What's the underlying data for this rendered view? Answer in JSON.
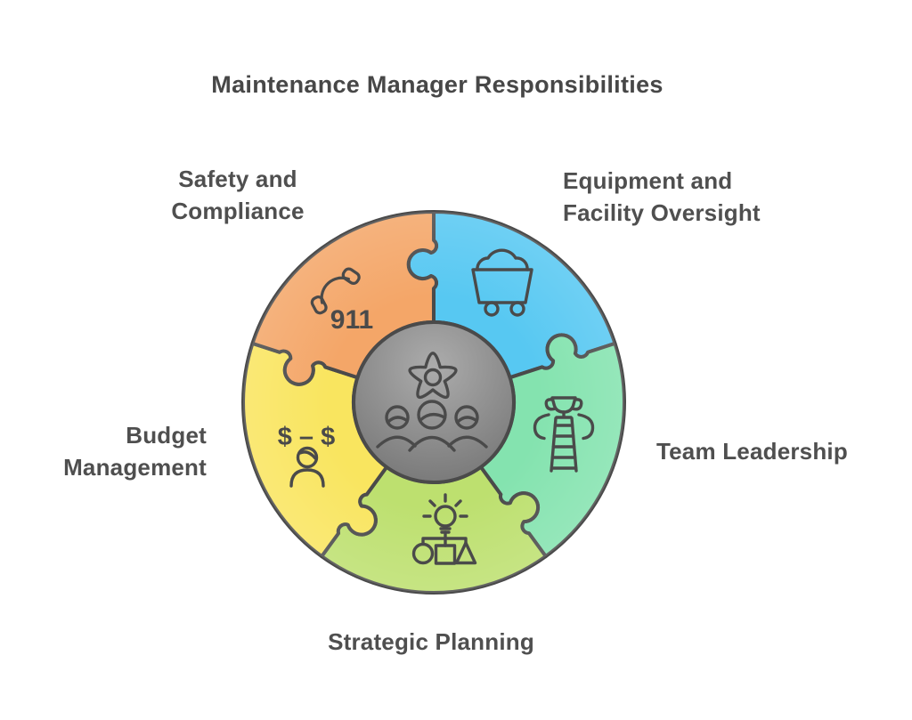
{
  "title": "Maintenance Manager Responsibilities",
  "colors": {
    "background": "#FFFFFF",
    "outline": "#4A4A4A",
    "title_text": "#474747",
    "label_text": "#4F4F4F",
    "center_top": "#ACACAC",
    "center_bottom": "#6E6E6E"
  },
  "segments": [
    {
      "id": "safety",
      "label": "Safety and\nCompliance",
      "color": "#F4A668",
      "icon": "phone-911-icon",
      "badge": "911"
    },
    {
      "id": "equipment",
      "label": "Equipment and\nFacility Oversight",
      "color": "#57C8F2",
      "icon": "mine-cart-icon",
      "badge": ""
    },
    {
      "id": "team",
      "label": "Team Leadership",
      "color": "#84E3AF",
      "icon": "trophy-ladder-icon",
      "badge": ""
    },
    {
      "id": "strategic",
      "label": "Strategic Planning",
      "color": "#BDE06F",
      "icon": "idea-org-chart-icon",
      "badge": ""
    },
    {
      "id": "budget",
      "label": "Budget Management",
      "color": "#F9E55F",
      "icon": "money-person-icon",
      "badge": "$ – $"
    }
  ]
}
